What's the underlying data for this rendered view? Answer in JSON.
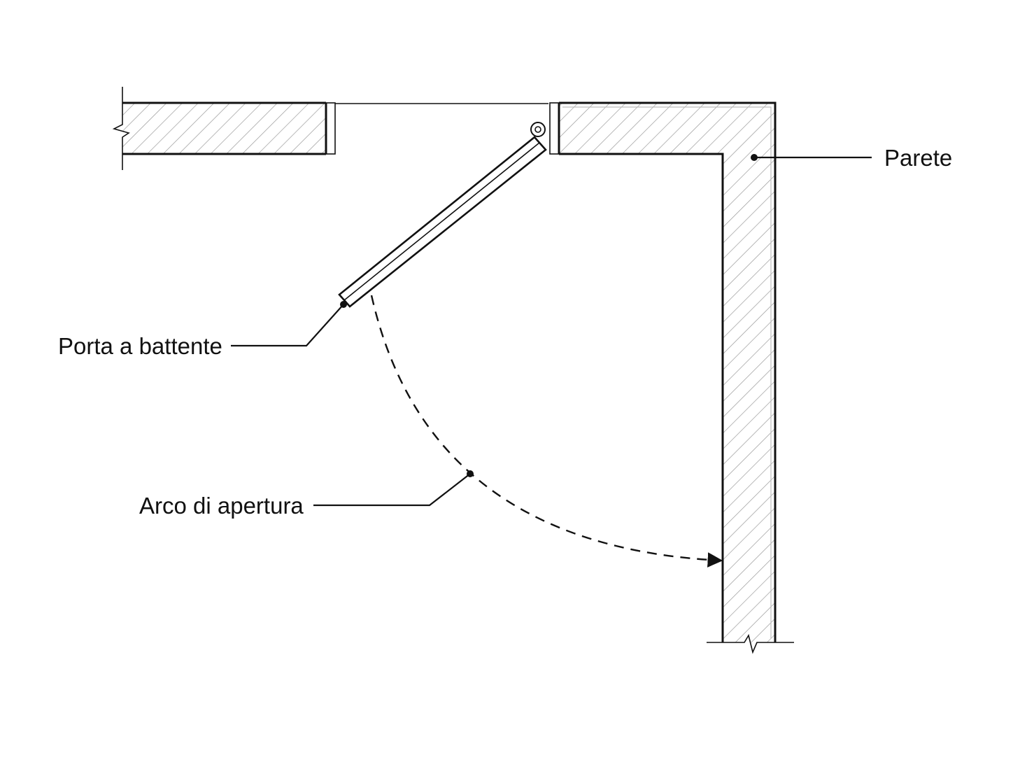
{
  "labels": {
    "wall": "Parete",
    "door": "Porta a battente",
    "arc": "Arco di apertura"
  },
  "colors": {
    "line": "#111111",
    "hatch": "#9a9a9a",
    "background": "#ffffff"
  }
}
